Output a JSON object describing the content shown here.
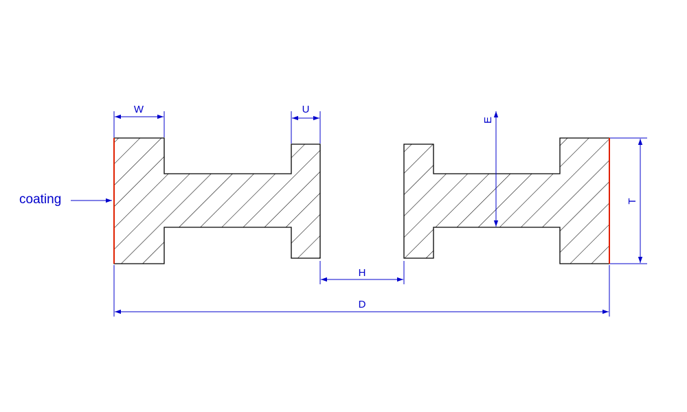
{
  "colors": {
    "outline": "#000000",
    "dimension": "#0000cc",
    "coating": "#e02000",
    "background": "#ffffff"
  },
  "labels": {
    "coating": "coating"
  },
  "dimensions": {
    "W": "W",
    "U": "U",
    "E": "E",
    "T": "T",
    "H": "H",
    "D": "D"
  }
}
